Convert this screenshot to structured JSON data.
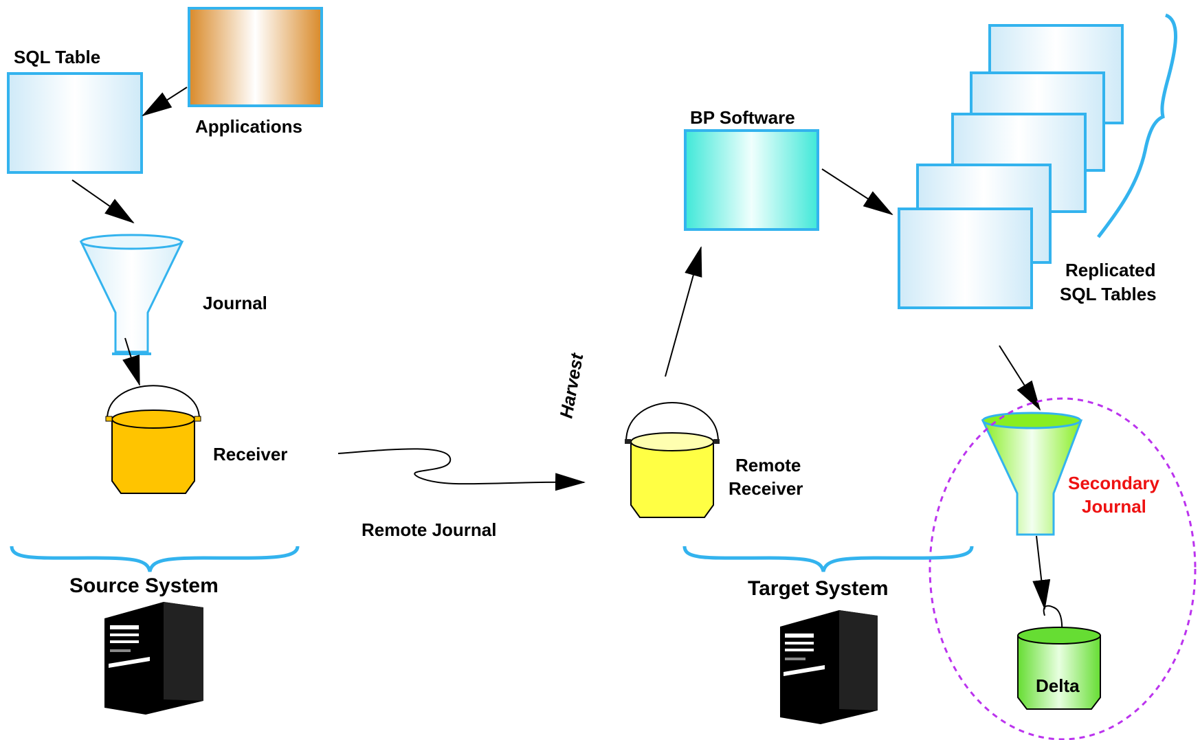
{
  "labels": {
    "sql_table": "SQL Table",
    "applications": "Applications",
    "journal": "Journal",
    "receiver": "Receiver",
    "remote_journal": "Remote Journal",
    "harvest": "Harvest",
    "source_system": "Source System",
    "bp_software": "BP Software",
    "replicated_line1": "Replicated",
    "replicated_line2": "SQL Tables",
    "remote_receiver_line1": "Remote",
    "remote_receiver_line2": "Receiver",
    "target_system": "Target System",
    "secondary_journal_line1": "Secondary",
    "secondary_journal_line2": "Journal",
    "delta": "Delta"
  },
  "colors": {
    "box_stroke": "#33b3ee",
    "applications_fill": "#d98a2a",
    "bp_software_fill": "#40e8d8",
    "receiver_fill": "#ffc400",
    "remote_receiver_fill": "#ffff44",
    "secondary_funnel_fill": "#88ee22",
    "delta_fill": "#66dd33",
    "secondary_label": "#ee1111",
    "dashed_ellipse": "#bb33ee"
  }
}
